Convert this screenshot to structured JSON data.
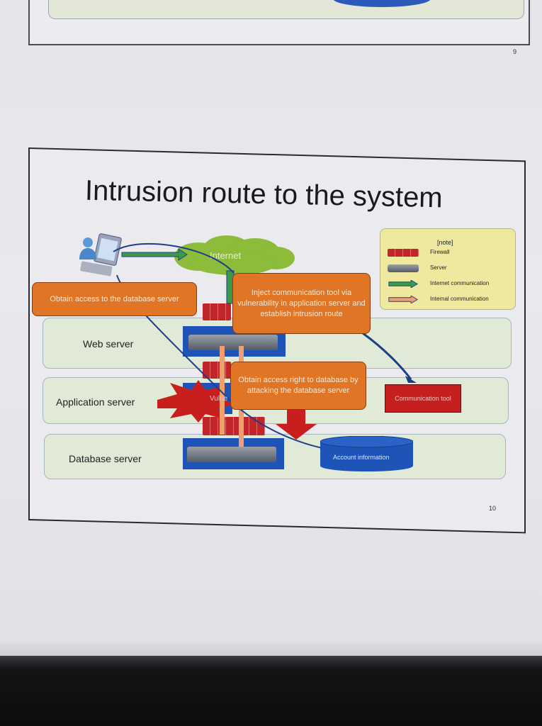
{
  "previous_slide": {
    "page_number": "9"
  },
  "slide": {
    "title": "Intrusion route to the system",
    "page_number": "10",
    "internet_label": "Internet",
    "legend": {
      "title": "[note]",
      "items": [
        {
          "label": "Firewall",
          "color": "#c0252a"
        },
        {
          "label": "Server",
          "color": "#6a707a"
        },
        {
          "label": "Internet communication",
          "color": "#3a9a4a"
        },
        {
          "label": "Internal communication",
          "color": "#f0a070"
        }
      ]
    },
    "layers": [
      "Web server",
      "Application server",
      "Database server"
    ],
    "callouts": [
      "Obtain access to the database server",
      "Inject communication tool via vulnerability in application server and establish intrusion route",
      "Obtain access right to database by attacking the database server"
    ],
    "vulnerability_label": "Vulne",
    "communication_tool": "Communication tool",
    "account_information": "Account information",
    "colors": {
      "callout": "#e07525",
      "server_bg": "#1e53b8",
      "layer": "#e1ead7",
      "legend": "#efe9a0"
    }
  }
}
